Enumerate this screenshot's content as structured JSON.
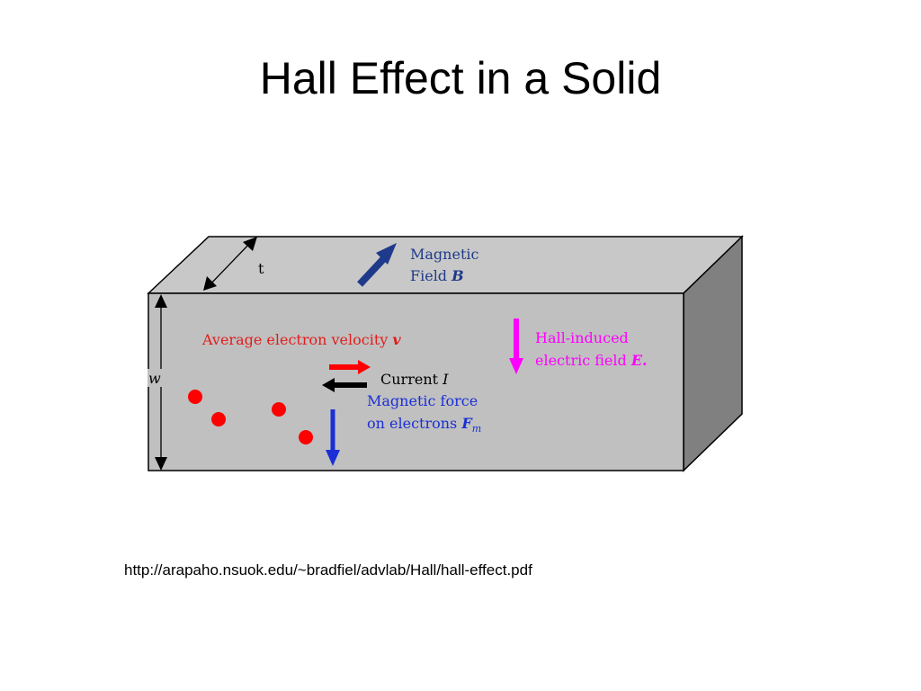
{
  "slide": {
    "title": "Hall Effect in a Solid",
    "source_url": "http://arapaho.nsuok.edu/~bradfiel/advlab/Hall/hall-effect.pdf"
  },
  "diagram": {
    "labels": {
      "thickness": "t",
      "width": "w",
      "magnetic_field_line1": "Magnetic",
      "magnetic_field_line2_prefix": "Field ",
      "magnetic_field_symbol": "B",
      "average_velocity_prefix": "Average electron velocity ",
      "average_velocity_symbol": "v",
      "current_prefix": "Current ",
      "current_symbol": "I",
      "magnetic_force_line1": "Magnetic force",
      "magnetic_force_line2_prefix": "on electrons ",
      "magnetic_force_symbol": "F",
      "magnetic_force_subscript": "m",
      "hall_field_line1": "Hall-induced",
      "hall_field_line2_prefix": "electric field ",
      "hall_field_symbol": "E."
    },
    "colors": {
      "front_face": "#c0c0c0",
      "top_face": "#c8c8c8",
      "side_face": "#808080",
      "outline": "#000000",
      "magnetic_field": "#1f3a8a",
      "velocity_text": "#e11d1d",
      "electron": "#ff0000",
      "current_arrow": "#000000",
      "force_text": "#1a2fd6",
      "hall_field": "#ff00ff"
    }
  }
}
